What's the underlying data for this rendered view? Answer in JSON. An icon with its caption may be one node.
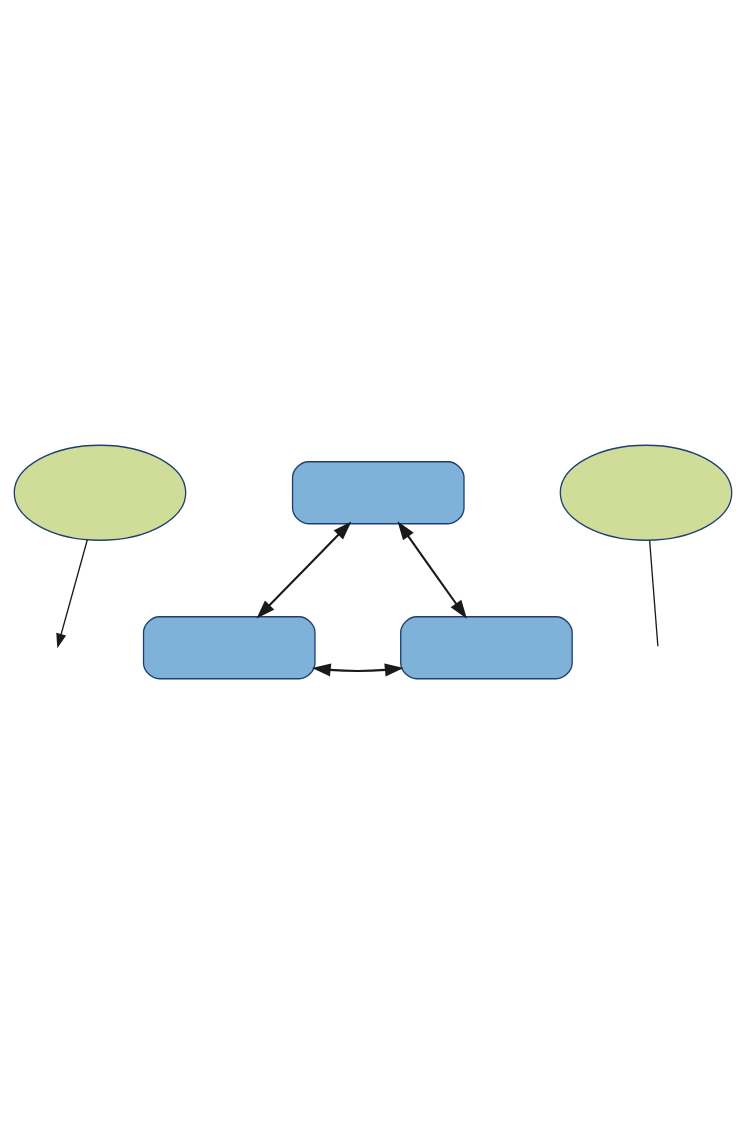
{
  "diagram": {
    "nodes": [
      {
        "text": [],
        "shape": "box"
      },
      {
        "text": [],
        "shape": "ellipse"
      },
      {
        "text": [],
        "shape": "ellipse"
      },
      {
        "text": [],
        "shape": "box"
      },
      {
        "text": [],
        "shape": "box"
      }
    ],
    "edges": [
      {
        "from": 0,
        "to": 3,
        "arrow": "both"
      },
      {
        "from": 0,
        "to": 4,
        "arrow": "both"
      },
      {
        "from": 3,
        "to": 4,
        "arrow": "both"
      },
      {
        "from": 1,
        "to": null,
        "arrow": "to"
      },
      {
        "from": 2,
        "to": null,
        "arrow": "none"
      }
    ]
  }
}
